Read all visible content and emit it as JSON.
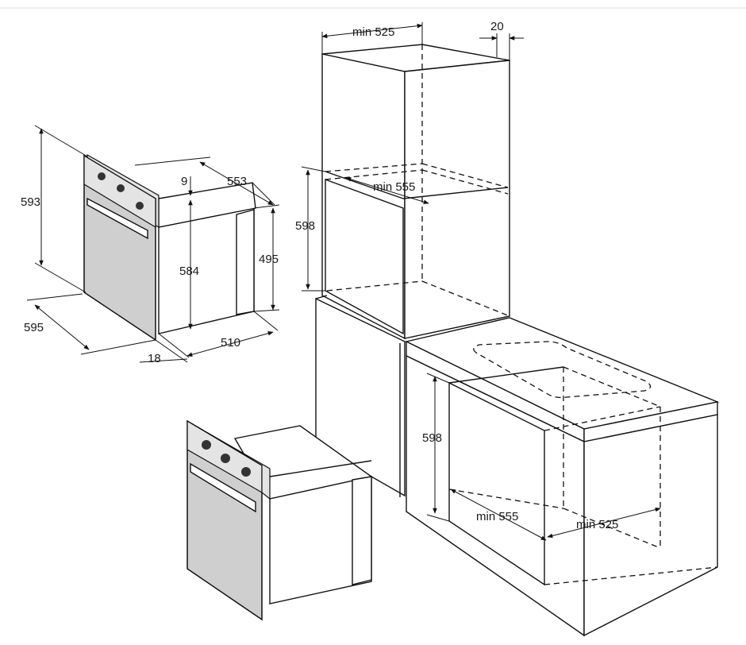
{
  "oven_dimensions": {
    "height": "593",
    "width": "595",
    "depth_total": "553",
    "panel_gap": "9",
    "body_height": "584",
    "rear_height": "495",
    "body_depth": "510",
    "door_thickness": "18"
  },
  "column_cabinet": {
    "depth": "min 525",
    "rear_gap": "20",
    "width": "min 555",
    "niche_height": "598"
  },
  "undercounter_cabinet": {
    "niche_height": "598",
    "width": "min 555",
    "depth": "min 525"
  }
}
